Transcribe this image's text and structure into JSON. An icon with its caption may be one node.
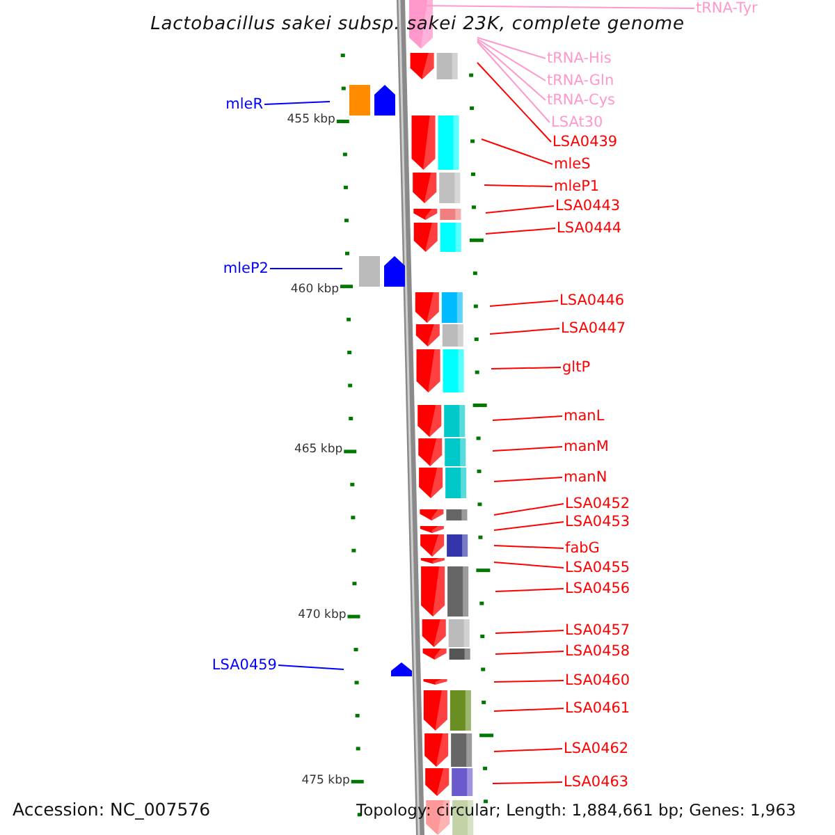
{
  "diagram": {
    "title": "Lactobacillus sakei subsp. sakei 23K, complete genome",
    "nodes": [
      {
        "text": [
          "tRNA-Tyr"
        ]
      },
      {
        "text": [
          "tRNA-His"
        ]
      },
      {
        "text": [
          "tRNA-Gln"
        ]
      },
      {
        "text": [
          "tRNA-Cys"
        ]
      },
      {
        "text": [
          "LSAt30"
        ]
      },
      {
        "text": [
          "LSA0439"
        ]
      },
      {
        "text": [
          "mleR"
        ]
      },
      {
        "text": [
          "mleS"
        ]
      },
      {
        "text": [
          "mleP1"
        ]
      },
      {
        "text": [
          "LSA0443"
        ]
      },
      {
        "text": [
          "LSA0444"
        ]
      },
      {
        "text": [
          "mleP2"
        ]
      },
      {
        "text": [
          "LSA0446"
        ]
      },
      {
        "text": [
          "LSA0447"
        ]
      },
      {
        "text": [
          "gltP"
        ]
      },
      {
        "text": [
          "manL"
        ]
      },
      {
        "text": [
          "manM"
        ]
      },
      {
        "text": [
          "manN"
        ]
      },
      {
        "text": [
          "LSA0452"
        ]
      },
      {
        "text": [
          "LSA0453"
        ]
      },
      {
        "text": [
          "fabG"
        ]
      },
      {
        "text": [
          "LSA0455"
        ]
      },
      {
        "text": [
          "LSA0456"
        ]
      },
      {
        "text": [
          "LSA0457"
        ]
      },
      {
        "text": [
          "LSA0458"
        ]
      },
      {
        "text": [
          "LSA0459"
        ]
      },
      {
        "text": [
          "LSA0460"
        ]
      },
      {
        "text": [
          "LSA0461"
        ]
      },
      {
        "text": [
          "LSA0462"
        ]
      },
      {
        "text": [
          "LSA0463"
        ]
      }
    ],
    "edges": [
      {
        "from": 0,
        "to": null,
        "arrow": "none",
        "color": "#ff99cc"
      },
      {
        "from": 1,
        "to": null,
        "arrow": "none",
        "color": "#ff99cc"
      },
      {
        "from": 2,
        "to": null,
        "arrow": "none",
        "color": "#ff99cc"
      },
      {
        "from": 3,
        "to": null,
        "arrow": "none",
        "color": "#ff99cc"
      },
      {
        "from": 4,
        "to": null,
        "arrow": "none",
        "color": "#ff99cc"
      },
      {
        "from": 5,
        "to": null,
        "arrow": "none"
      },
      {
        "from": 6,
        "to": null,
        "arrow": "none",
        "color": "#0000ff"
      },
      {
        "from": 7,
        "to": null,
        "arrow": "none"
      },
      {
        "from": 8,
        "to": null,
        "arrow": "none"
      },
      {
        "from": 9,
        "to": null,
        "arrow": "none"
      },
      {
        "from": 10,
        "to": null,
        "arrow": "none"
      },
      {
        "from": 11,
        "to": null,
        "arrow": "none",
        "color": "#0000ff"
      },
      {
        "from": 12,
        "to": null,
        "arrow": "none"
      },
      {
        "from": 13,
        "to": null,
        "arrow": "none"
      },
      {
        "from": 14,
        "to": null,
        "arrow": "none"
      },
      {
        "from": 15,
        "to": null,
        "arrow": "none"
      },
      {
        "from": 16,
        "to": null,
        "arrow": "none"
      },
      {
        "from": 17,
        "to": null,
        "arrow": "none"
      },
      {
        "from": 18,
        "to": null,
        "arrow": "none"
      },
      {
        "from": 19,
        "to": null,
        "arrow": "none"
      },
      {
        "from": 20,
        "to": null,
        "arrow": "none"
      },
      {
        "from": 21,
        "to": null,
        "arrow": "none"
      },
      {
        "from": 22,
        "to": null,
        "arrow": "none"
      },
      {
        "from": 23,
        "to": null,
        "arrow": "none"
      },
      {
        "from": 24,
        "to": null,
        "arrow": "none"
      },
      {
        "from": 25,
        "to": null,
        "arrow": "none",
        "color": "#0000ff"
      },
      {
        "from": 26,
        "to": null,
        "arrow": "none"
      },
      {
        "from": 27,
        "to": null,
        "arrow": "none"
      },
      {
        "from": 28,
        "to": null,
        "arrow": "none"
      },
      {
        "from": 29,
        "to": null,
        "arrow": "none"
      }
    ],
    "labels": [
      "455 kbp",
      "460 kbp",
      "465 kbp",
      "470 kbp",
      "475 kbp",
      "Accession: NC_007576",
      "Topology: circular; Length: 1,884,661 bp; Genes: 1,963"
    ]
  }
}
